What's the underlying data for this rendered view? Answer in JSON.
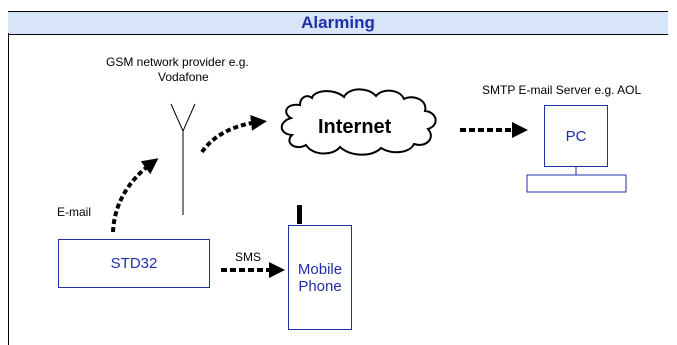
{
  "title": "Alarming",
  "labels": {
    "gsm_line1": "GSM network provider e.g.",
    "gsm_line2": "Vodafone",
    "smtp": "SMTP E-mail Server e.g. AOL",
    "email": "E-mail",
    "sms": "SMS"
  },
  "nodes": {
    "internet": "Internet",
    "pc": "PC",
    "std32": "STD32",
    "mobile_line1": "Mobile",
    "mobile_line2": "Phone"
  },
  "colors": {
    "title_bar": "#d8e4f8",
    "accent": "#1f2fa8"
  }
}
